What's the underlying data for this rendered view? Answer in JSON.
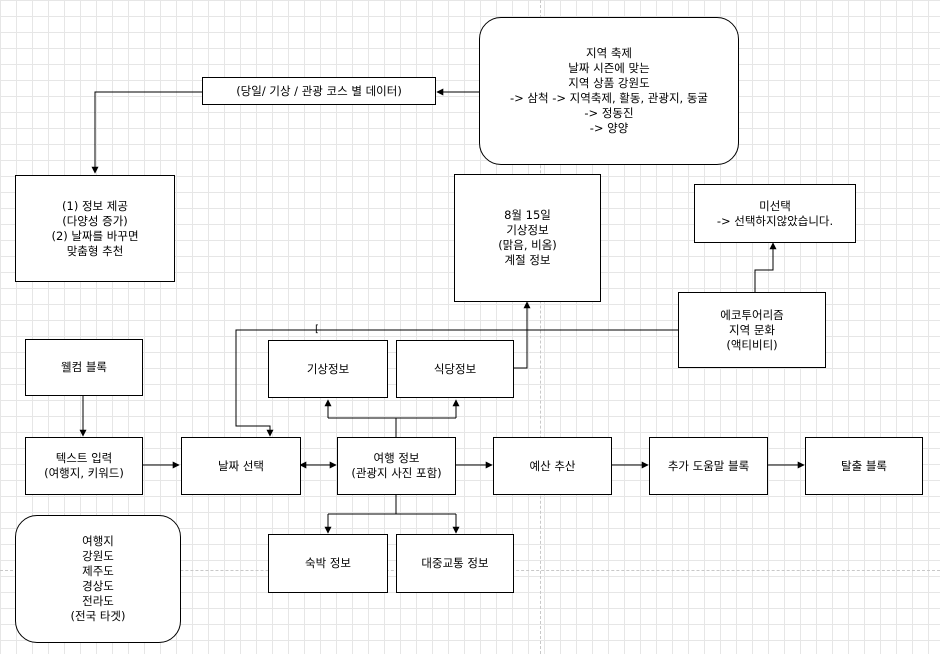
{
  "diagram": {
    "top_course_data": "(당일/ 기상 / 관광 코스 별 데이터)",
    "region_festival": "지역 축제\n날짜 시즌에 맞는\n지역 상품 강원도\n-> 삼척 -> 지역축제, 활동, 관광지, 동굴\n-> 정동진\n-> 양양",
    "info_provide": "(1) 정보 제공\n(다양성 증가)\n(2) 날짜를 바꾸면\n맞춤형 추천",
    "weather_detail": "8월 15일\n기상정보\n(맑음, 비옴)\n계절 정보",
    "unselected": "미선택\n-> 선택하지않았습니다.",
    "eco_tourism": "에코투어리즘\n지역 문화\n(액티비티)",
    "weather_info": "기상정보",
    "restaurant_info": "식당정보",
    "welcome_block": "웰컴 블록",
    "text_input": "텍스트 입력\n(여행지, 키워드)",
    "date_select": "날짜 선택",
    "travel_info": "여행 정보\n(관광지 사진 포함)",
    "budget": "예산 추산",
    "extra_help": "추가 도움말 블록",
    "exit_block": "탈출 블록",
    "lodging_info": "숙박 정보",
    "transit_info": "대중교통 정보",
    "destinations": "여행지\n강원도\n제주도\n경상도\n전라도\n(전국 타겟)",
    "bracket_mark": "["
  }
}
